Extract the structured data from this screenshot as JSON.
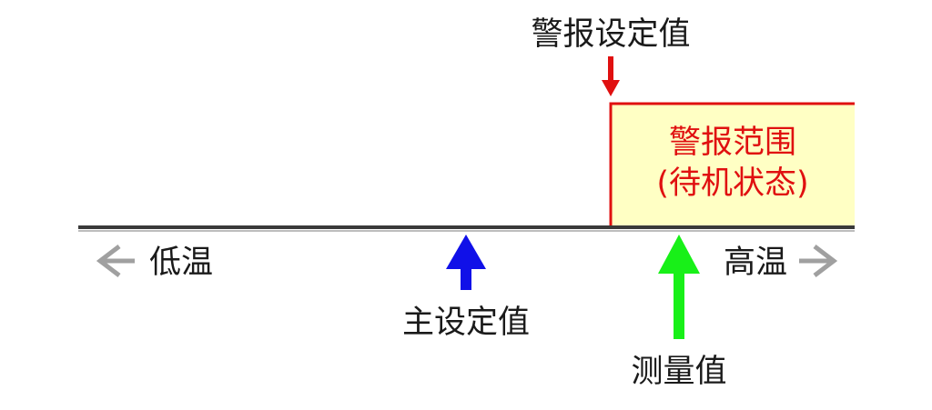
{
  "labels": {
    "alarm_setpoint": "警报设定值",
    "alarm_range_line1": "警报范围",
    "alarm_range_line2": "(待机状态)",
    "low_temp": "低温",
    "high_temp": "高温",
    "main_setpoint": "主设定值",
    "measured_value": "测量值"
  },
  "colors": {
    "alarm": "#e01010",
    "alarm_zone_fill": "#ffffc4",
    "main_setpoint": "#1010e8",
    "measured_value": "#18f018",
    "axis": "#3a3a3a",
    "direction_arrow": "#a0a0a0",
    "text": "#1a1a1a"
  },
  "icons": {
    "low_direction": "arrow-left-icon",
    "high_direction": "arrow-right-icon",
    "alarm_setpoint_marker": "arrow-down-icon",
    "main_setpoint_marker": "arrow-up-icon",
    "measured_value_marker": "arrow-up-icon"
  }
}
